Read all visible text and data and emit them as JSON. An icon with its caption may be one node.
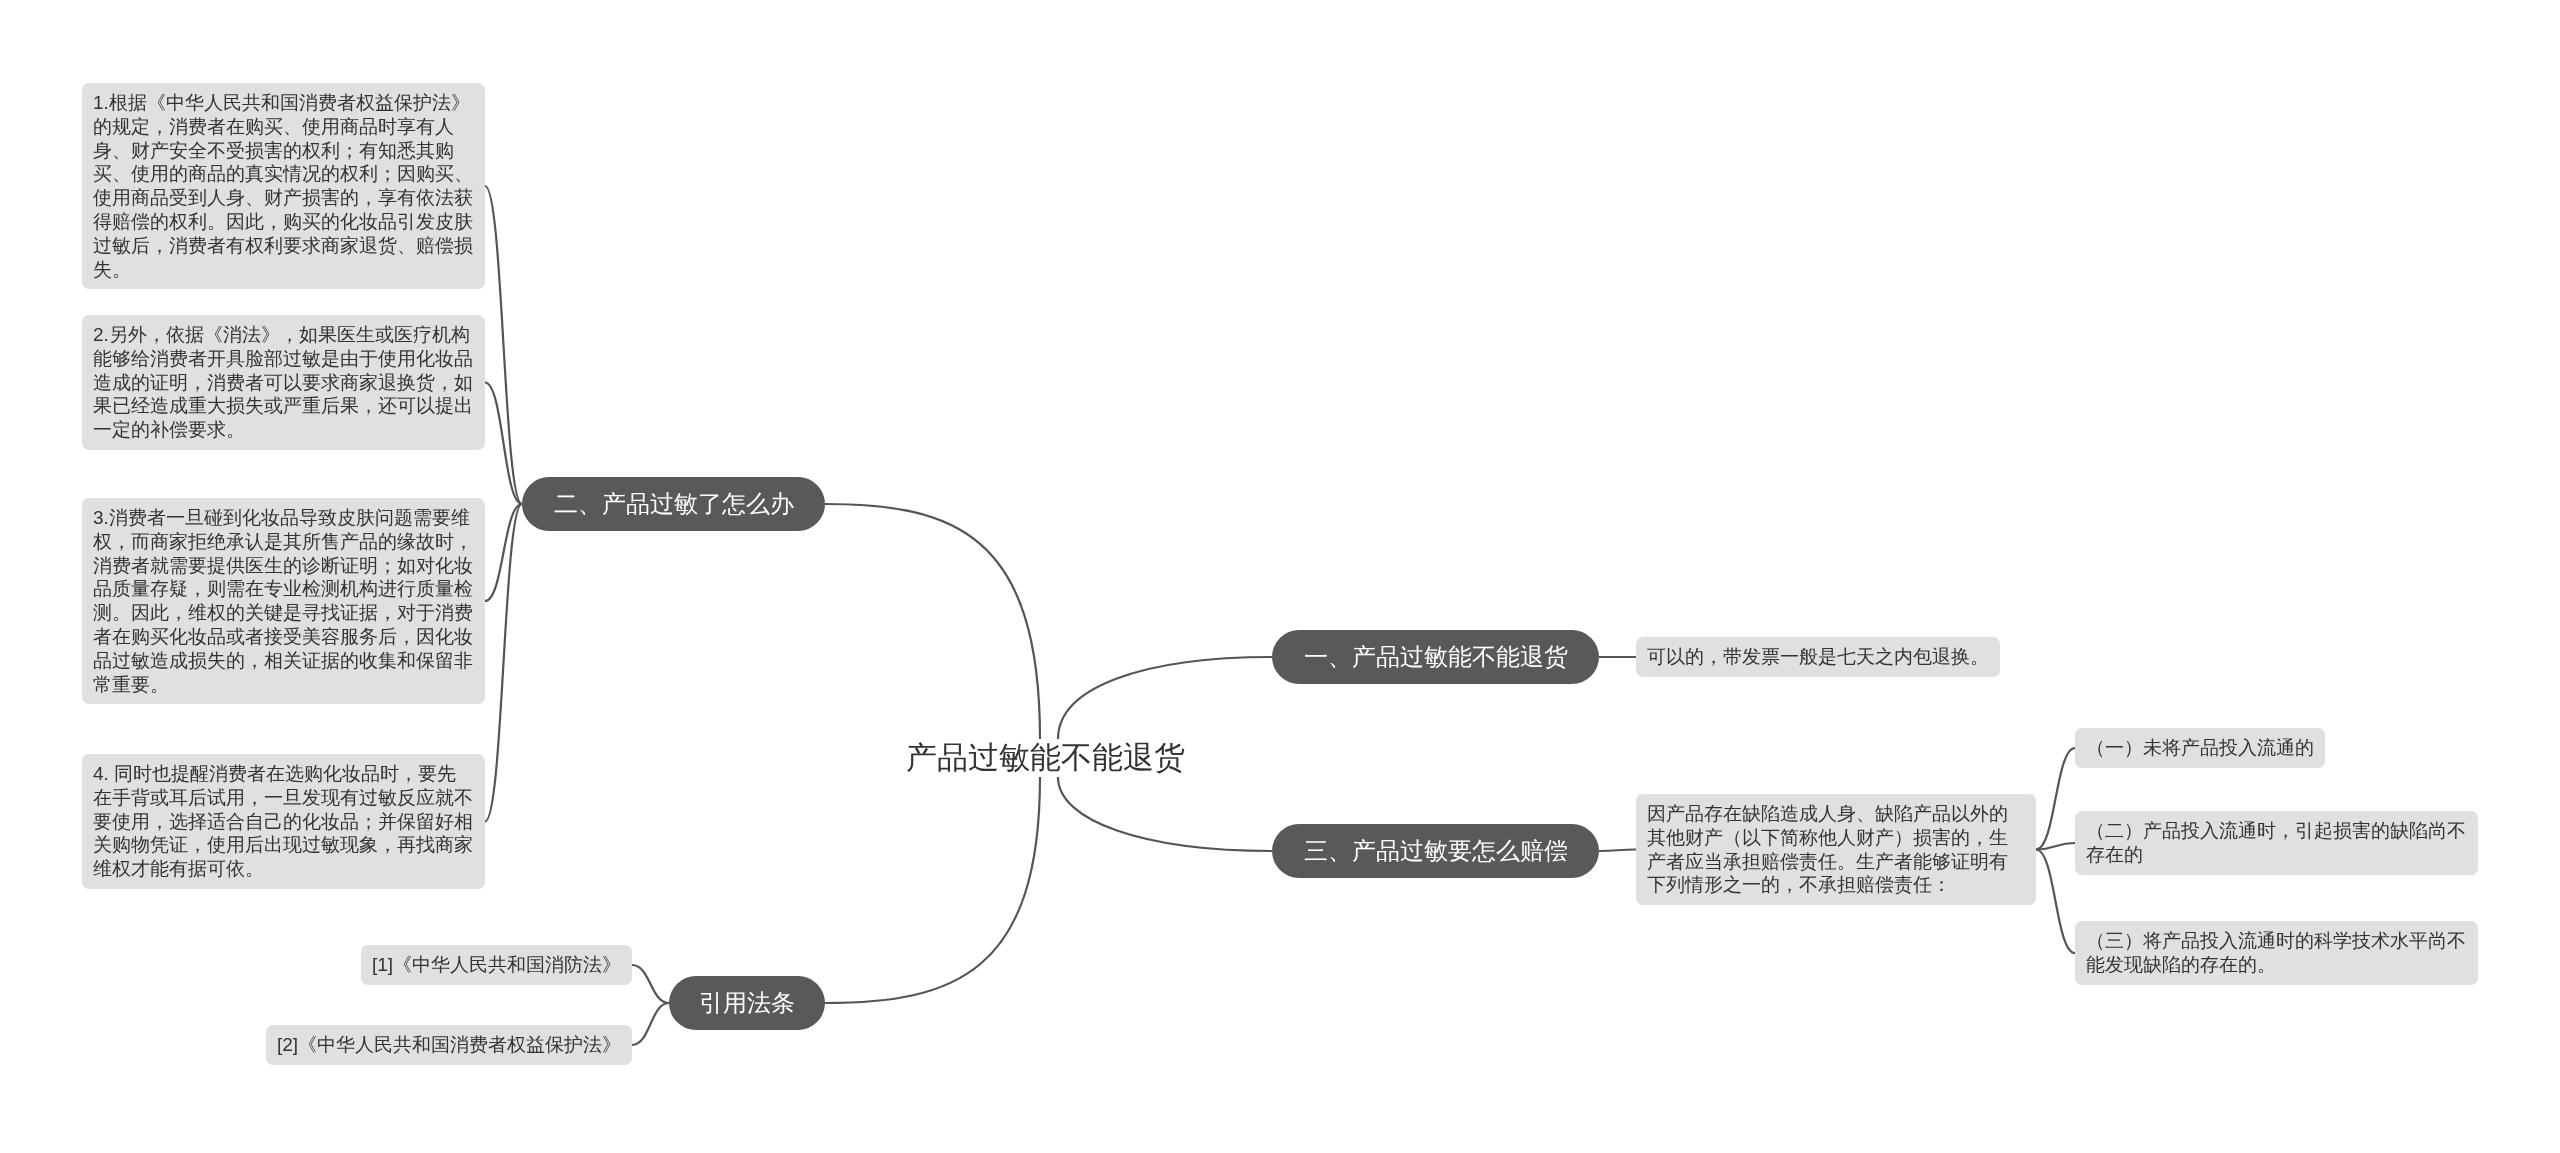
{
  "diagram": {
    "nodes": [
      {
        "text": [
          "产品过敏能不能退货"
        ]
      },
      {
        "text": [
          "二、产品过敏了怎么办"
        ]
      },
      {
        "text": [
          "1.根据《中华人民共和国消费者权益保护法》的规定，消费者在购买、使用商品时享有人身、财产安全不受损害的权利；有知悉其购买、使用的商品的真实情况的权利；因购买、使用商品受到人身、财产损害的，享有依法获得赔偿的权利。因此，购买的化妆品引发皮肤过敏后，消费者有权利要求商家退货、赔偿损失。"
        ]
      },
      {
        "text": [
          "2.另外，依据《消法》，如果医生或医疗机构能够给消费者开具脸部过敏是由于使用化妆品造成的证明，消费者可以要求商家退换货，如果已经造成重大损失或严重后果，还可以提出一定的补偿要求。"
        ]
      },
      {
        "text": [
          "3.消费者一旦碰到化妆品导致皮肤问题需要维权，而商家拒绝承认是其所售产品的缘故时，消费者就需要提供医生的诊断证明；如对化妆品质量存疑，则需在专业检测机构进行质量检测。因此，维权的关键是寻找证据，对于消费者在购买化妆品或者接受美容服务后，因化妆品过敏造成损失的，相关证据的收集和保留非常重要。"
        ]
      },
      {
        "text": [
          "4. 同时也提醒消费者在选购化妆品时，要先在手背或耳后试用，一旦发现有过敏反应就不要使用，选择适合自己的化妆品；并保留好相关购物凭证，使用后出现过敏现象，再找商家维权才能有据可依。"
        ]
      },
      {
        "text": [
          "一、产品过敏能不能退货"
        ]
      },
      {
        "text": [
          "可以的，带发票一般是七天之内包退换。"
        ]
      },
      {
        "text": [
          "三、产品过敏要怎么赔偿"
        ]
      },
      {
        "text": [
          "因产品存在缺陷造成人身、缺陷产品以外的其他财产（以下简称他人财产）损害的，生产者应当承担赔偿责任。生产者能够证明有下列情形之一的，不承担赔偿责任："
        ]
      },
      {
        "text": [
          "（一）未将产品投入流通的"
        ]
      },
      {
        "text": [
          "（二）产品投入流通时，引起损害的缺陷尚不存在的"
        ]
      },
      {
        "text": [
          "（三）将产品投入流通时的科学技术水平尚不能发现缺陷的存在的。"
        ]
      },
      {
        "text": [
          "引用法条"
        ]
      },
      {
        "text": [
          "[1]《中华人民共和国消防法》"
        ]
      },
      {
        "text": [
          "[2]《中华人民共和国消费者权益保护法》"
        ]
      }
    ],
    "edges": [
      {
        "from": 0,
        "to": 1,
        "arrow": "none"
      },
      {
        "from": 1,
        "to": 2,
        "arrow": "none"
      },
      {
        "from": 1,
        "to": 3,
        "arrow": "none"
      },
      {
        "from": 1,
        "to": 4,
        "arrow": "none"
      },
      {
        "from": 1,
        "to": 5,
        "arrow": "none"
      },
      {
        "from": 0,
        "to": 6,
        "arrow": "none"
      },
      {
        "from": 6,
        "to": 7,
        "arrow": "none"
      },
      {
        "from": 0,
        "to": 8,
        "arrow": "none"
      },
      {
        "from": 8,
        "to": 9,
        "arrow": "none"
      },
      {
        "from": 9,
        "to": 10,
        "arrow": "none"
      },
      {
        "from": 9,
        "to": 11,
        "arrow": "none"
      },
      {
        "from": 9,
        "to": 12,
        "arrow": "none"
      },
      {
        "from": 0,
        "to": 13,
        "arrow": "none"
      },
      {
        "from": 13,
        "to": 14,
        "arrow": "none"
      },
      {
        "from": 13,
        "to": 15,
        "arrow": "none"
      }
    ]
  }
}
